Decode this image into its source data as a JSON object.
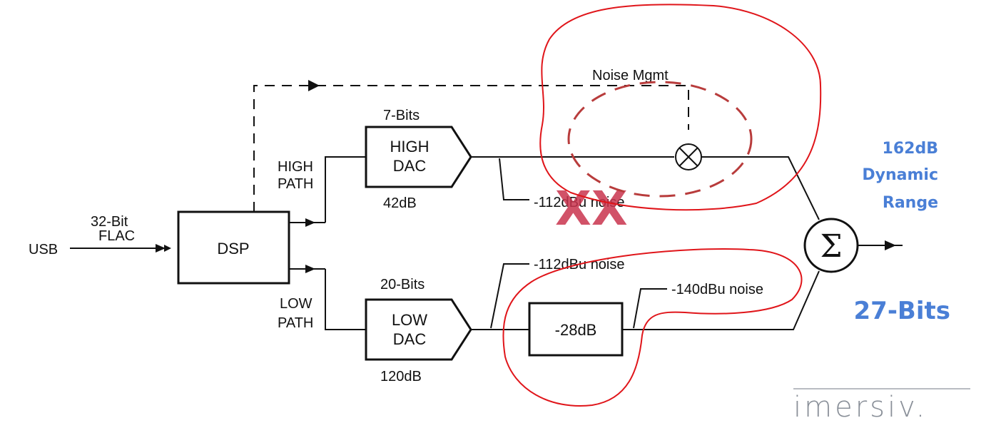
{
  "diagram": {
    "input_label": "USB",
    "format_label_line1": "32-Bit",
    "format_label_line2": "FLAC",
    "dsp_label": "DSP",
    "high_path_line1": "HIGH",
    "high_path_line2": "PATH",
    "low_path_line1": "LOW",
    "low_path_line2": "PATH",
    "high_dac": {
      "line1": "HIGH",
      "line2": "DAC",
      "bits": "7-Bits",
      "range": "42dB"
    },
    "low_dac": {
      "line1": "LOW",
      "line2": "DAC",
      "bits": "20-Bits",
      "range": "120dB"
    },
    "noise_mgmt_label": "Noise Mgmt",
    "high_noise_label": "-112dBu noise",
    "low_noise_label": "-112dBu noise",
    "attenuator_label": "-28dB",
    "attenuated_noise_label": "-140dBu noise",
    "sum_symbol": "Σ",
    "cross_out_mark": "XX",
    "result_line1": "162dB",
    "result_line2": "Dynamic",
    "result_line3": "Range",
    "result_bits": "27-Bits",
    "logo_text": "imersiv."
  },
  "colors": {
    "accent_blue": "#4a7fd6",
    "annotation_red": "#e0151a",
    "dashed_circle": "#b83c3c",
    "cross_out": "#c9344e"
  }
}
